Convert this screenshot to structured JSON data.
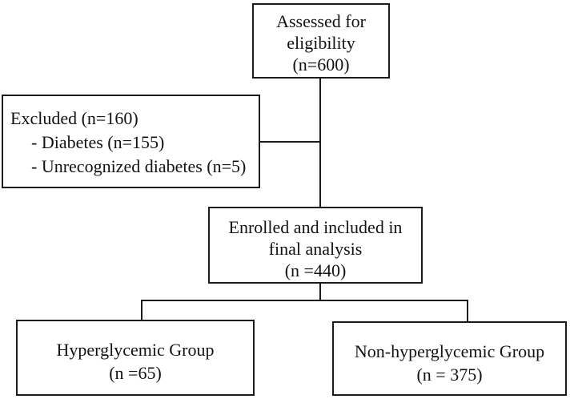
{
  "figure": {
    "kind": "participant-flow-diagram",
    "background_color": "#ffffff",
    "line_color": "#1b1b1b",
    "text_color": "#121212"
  },
  "nodes": {
    "assessed": {
      "lines": [
        "Assessed for",
        "eligibility",
        "(n=600)"
      ]
    },
    "excluded": {
      "lines": [
        "Excluded (n=160)",
        "- Diabetes (n=155)",
        "- Unrecognized diabetes (n=5)"
      ]
    },
    "enrolled": {
      "lines": [
        "Enrolled and included in",
        "final analysis",
        "(n =440)"
      ]
    },
    "hyperglycemic": {
      "lines": [
        "Hyperglycemic Group",
        "(n =65)"
      ]
    },
    "non_hyperglycemic": {
      "lines": [
        "Non-hyperglycemic Group",
        "(n = 375)"
      ]
    }
  }
}
